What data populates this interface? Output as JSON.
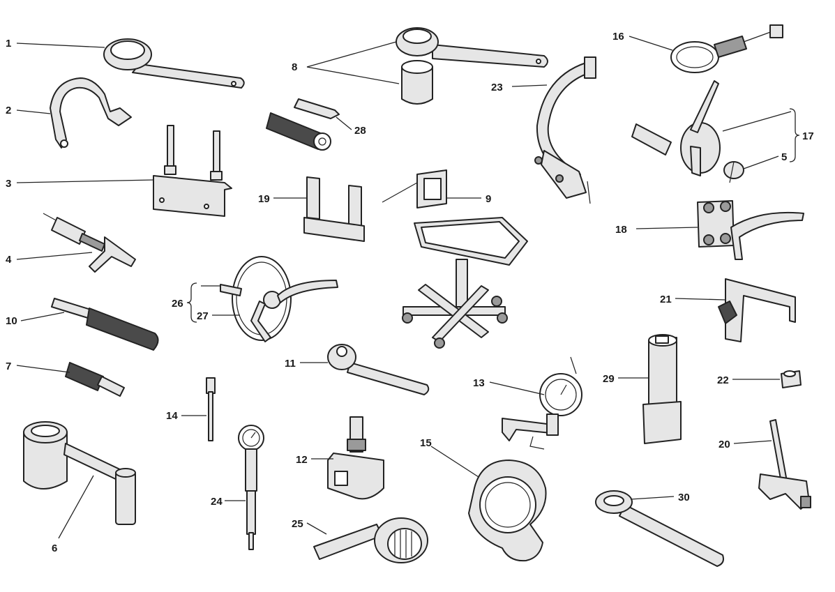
{
  "labels": {
    "n1": "1",
    "n2": "2",
    "n3": "3",
    "n4": "4",
    "n5": "5",
    "n6": "6",
    "n7": "7",
    "n8": "8",
    "n9": "9",
    "n10": "10",
    "n11": "11",
    "n12": "12",
    "n13": "13",
    "n14": "14",
    "n15": "15",
    "n16": "16",
    "n17": "17",
    "n18": "18",
    "n19": "19",
    "n20": "20",
    "n21": "21",
    "n22": "22",
    "n23": "23",
    "n24": "24",
    "n25": "25",
    "n26": "26",
    "n27": "27",
    "n28": "28",
    "n29": "29",
    "n30": "30"
  }
}
